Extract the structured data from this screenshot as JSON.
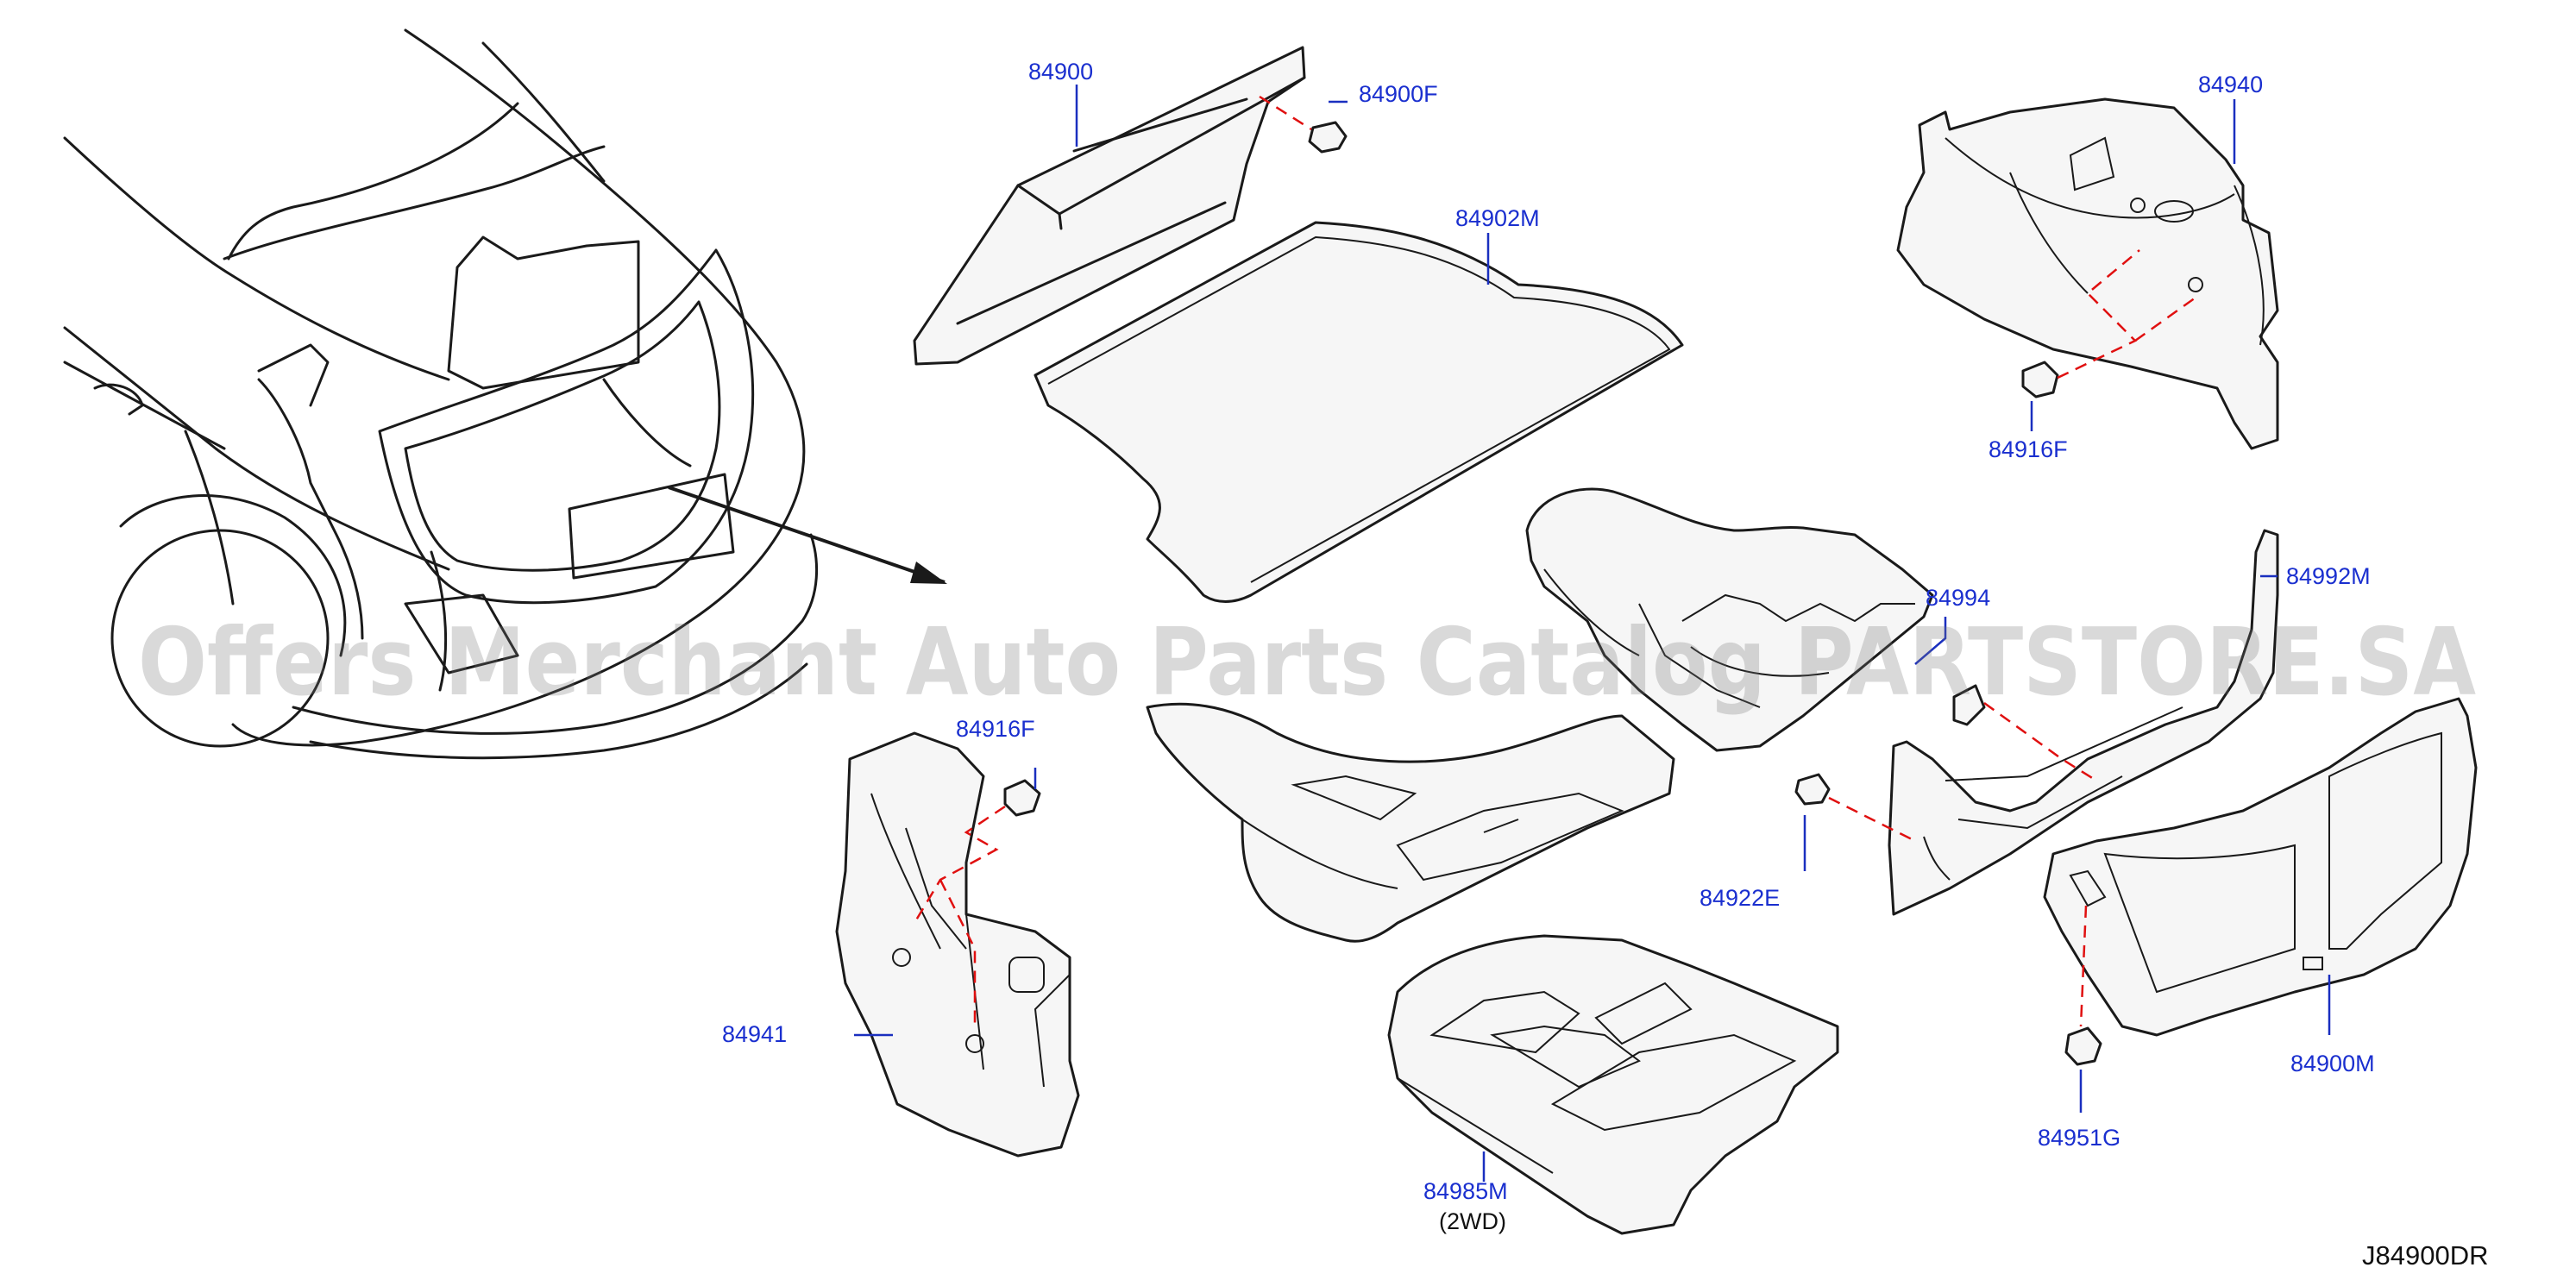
{
  "diagram": {
    "code": "J84900DR",
    "watermark": "Offers Merchant Auto Parts Catalog PARTSTORE.SA",
    "colors": {
      "callout": "#1a2fcf",
      "dashed_leader": "#e01010",
      "line": "#1a1a1a"
    },
    "callouts": {
      "p84900": "84900",
      "p84900F": "84900F",
      "p84902M": "84902M",
      "p84940": "84940",
      "p84916F_top": "84916F",
      "p84994": "84994",
      "p84992M": "84992M",
      "p84916F_left": "84916F",
      "p84922E": "84922E",
      "p84941": "84941",
      "p84900M": "84900M",
      "p84985M": "84985M",
      "p84985M_note": "(2WD)",
      "p84951G": "84951G"
    }
  }
}
